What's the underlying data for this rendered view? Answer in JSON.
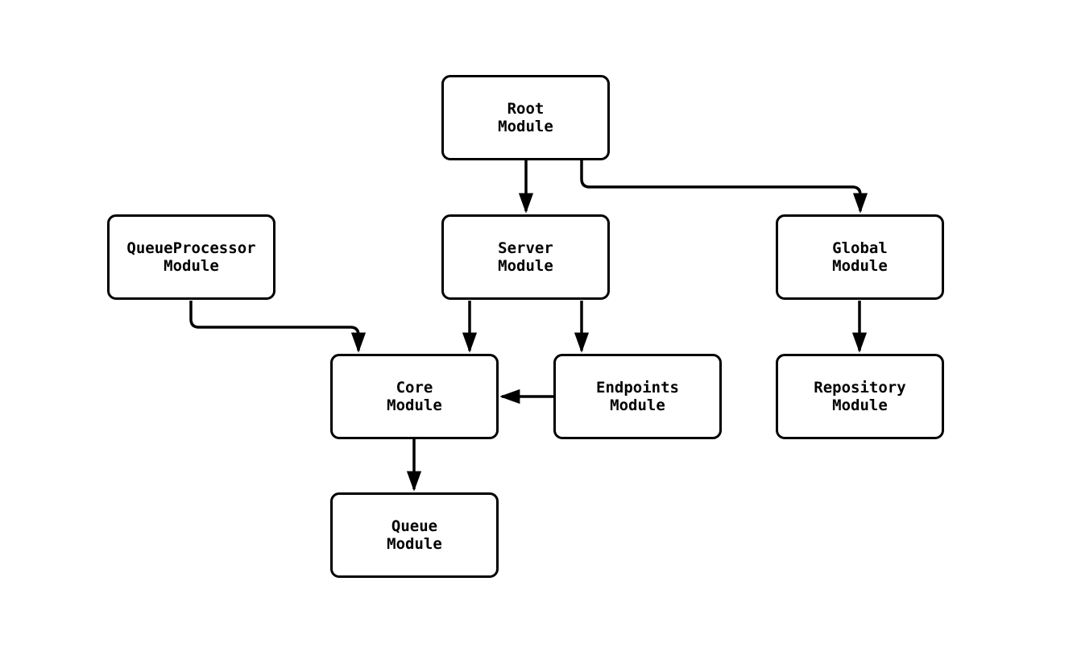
{
  "diagram": {
    "background_color": "#ffffff",
    "line_color": "#000000",
    "box_fill_color": "#ffffff",
    "nodes": {
      "root": {
        "line1": "Root",
        "line2": "Module"
      },
      "queueprocessor": {
        "line1": "QueueProcessor",
        "line2": "Module"
      },
      "server": {
        "line1": "Server",
        "line2": "Module"
      },
      "global": {
        "line1": "Global",
        "line2": "Module"
      },
      "core": {
        "line1": "Core",
        "line2": "Module"
      },
      "endpoints": {
        "line1": "Endpoints",
        "line2": "Module"
      },
      "repository": {
        "line1": "Repository",
        "line2": "Module"
      },
      "queue": {
        "line1": "Queue",
        "line2": "Module"
      }
    },
    "edges": [
      {
        "from": "Root Module",
        "to": "Server Module"
      },
      {
        "from": "Root Module",
        "to": "Global Module"
      },
      {
        "from": "QueueProcessor Module",
        "to": "Core Module"
      },
      {
        "from": "Server Module",
        "to": "Core Module"
      },
      {
        "from": "Server Module",
        "to": "Endpoints Module"
      },
      {
        "from": "Endpoints Module",
        "to": "Core Module"
      },
      {
        "from": "Global Module",
        "to": "Repository Module"
      },
      {
        "from": "Core Module",
        "to": "Queue Module"
      }
    ]
  }
}
